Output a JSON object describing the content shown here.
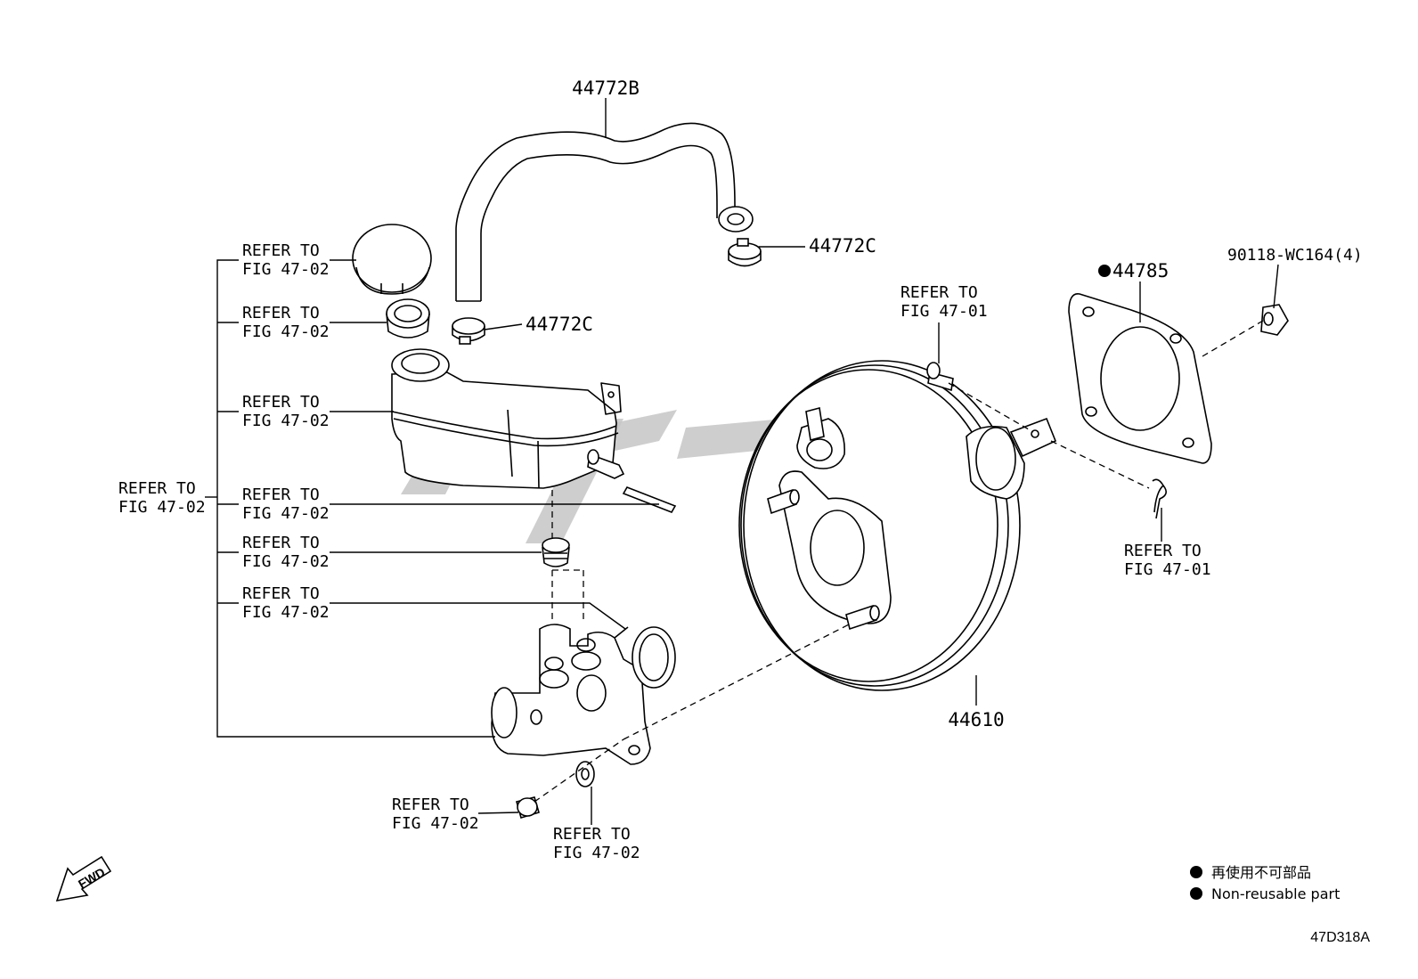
{
  "labels": {
    "hose_upper": "44772B",
    "clip_right": "44772C",
    "clip_left": "44772C",
    "gasket": "44785",
    "nut": "90118-WC164(4)",
    "booster": "44610",
    "figure_code": "47D318A"
  },
  "refer": {
    "cap": {
      "line1": "REFER TO",
      "line2": "FIG 47-02"
    },
    "strainer": {
      "line1": "REFER TO",
      "line2": "FIG 47-02"
    },
    "reservoir": {
      "line1": "REFER TO",
      "line2": "FIG 47-02"
    },
    "pin": {
      "line1": "REFER TO",
      "line2": "FIG 47-02"
    },
    "grommet": {
      "line1": "REFER TO",
      "line2": "FIG 47-02"
    },
    "oring": {
      "line1": "REFER TO",
      "line2": "FIG 47-02"
    },
    "master": {
      "line1": "REFER TO",
      "line2": "FIG 47-02"
    },
    "nut_bottom": {
      "line1": "REFER TO",
      "line2": "FIG 47-02"
    },
    "washer": {
      "line1": "REFER TO",
      "line2": "FIG 47-02"
    },
    "clevis_pin": {
      "line1": "REFER TO",
      "line2": "FIG 47-01"
    },
    "clip_pin": {
      "line1": "REFER TO",
      "line2": "FIG 47-01"
    }
  },
  "legend": {
    "line1": "再使用不可部品",
    "line2": "Non-reusable part"
  },
  "fwd_label": "FWD",
  "colors": {
    "ink": "#000000",
    "watermark": "#c6c6c6"
  }
}
